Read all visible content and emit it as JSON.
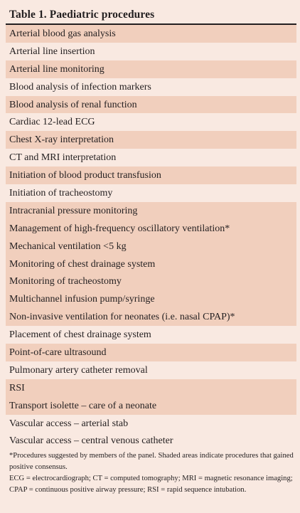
{
  "table": {
    "title": "Table 1. Paediatric procedures",
    "rows": [
      {
        "label": "Arterial blood gas analysis",
        "shaded": true
      },
      {
        "label": "Arterial line insertion",
        "shaded": false
      },
      {
        "label": "Arterial line monitoring",
        "shaded": true
      },
      {
        "label": "Blood analysis of infection markers",
        "shaded": false
      },
      {
        "label": "Blood analysis of renal function",
        "shaded": true
      },
      {
        "label": "Cardiac 12-lead ECG",
        "shaded": false
      },
      {
        "label": "Chest X-ray interpretation",
        "shaded": true
      },
      {
        "label": "CT and MRI interpretation",
        "shaded": false
      },
      {
        "label": "Initiation of blood product transfusion",
        "shaded": true
      },
      {
        "label": "Initiation of tracheostomy",
        "shaded": false
      },
      {
        "label": "Intracranial pressure monitoring",
        "shaded": true
      },
      {
        "label": "Management of high-frequency oscillatory ventilation*",
        "shaded": true
      },
      {
        "label": "Mechanical ventilation <5 kg",
        "shaded": true
      },
      {
        "label": "Monitoring of chest drainage system",
        "shaded": true
      },
      {
        "label": "Monitoring of tracheostomy",
        "shaded": true
      },
      {
        "label": "Multichannel infusion pump/syringe",
        "shaded": true
      },
      {
        "label": "Non-invasive ventilation for neonates (i.e. nasal CPAP)*",
        "shaded": true
      },
      {
        "label": "Placement of chest drainage system",
        "shaded": false
      },
      {
        "label": "Point-of-care ultrasound",
        "shaded": true
      },
      {
        "label": "Pulmonary artery catheter removal",
        "shaded": false
      },
      {
        "label": "RSI",
        "shaded": true
      },
      {
        "label": "Transport isolette – care of a neonate",
        "shaded": true
      },
      {
        "label": "Vascular access – arterial stab",
        "shaded": false
      },
      {
        "label": "Vascular access – central venous catheter",
        "shaded": false
      }
    ],
    "footnote": "*Procedures suggested by members of the panel. Shaded areas indicate procedures that gained positive consensus.",
    "abbreviations": "ECG = electrocardiograph; CT = computed tomography; MRI = magnetic resonance imaging; CPAP = continuous positive airway pressure; RSI = rapid sequence intubation."
  },
  "colors": {
    "background": "#f9e9e1",
    "shaded_row": "#f1cfbd",
    "text": "#231f20"
  }
}
